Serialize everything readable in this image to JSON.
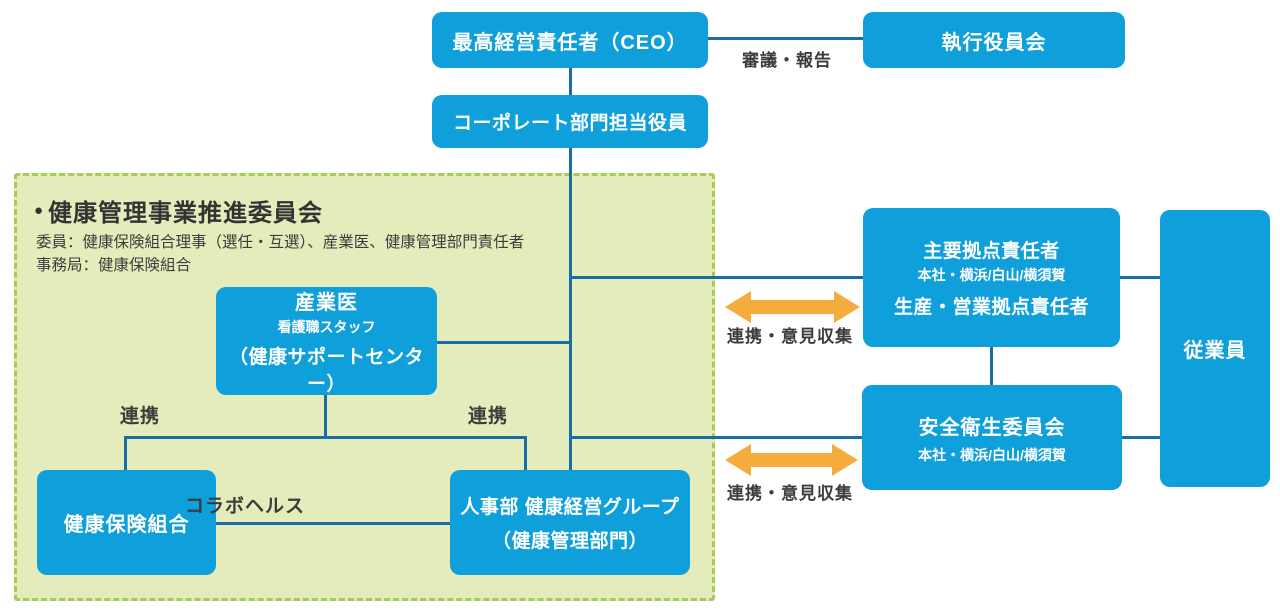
{
  "colors": {
    "box_blue": "#0F9FDB",
    "line_blue": "#1A6CA6",
    "panel_green_fill": "#E3ECBA",
    "panel_green_border": "#A6CC55",
    "arrow_orange": "#F6AC3D",
    "label_text": "#3C3C3C",
    "box_text": "#FFFFFF"
  },
  "nodes": {
    "ceo": {
      "label": "最高経営責任者（CEO）"
    },
    "executive_board": {
      "label": "執行役員会"
    },
    "corporate_officer": {
      "label": "コーポレート部門担当役員"
    },
    "occupational_physician": {
      "line1": "産業医",
      "line2": "看護職スタッフ",
      "line3": "（健康サポートセンター）"
    },
    "health_insurance_union": {
      "label": "健康保険組合"
    },
    "hr_group": {
      "line1": "人事部 健康経営グループ",
      "line2": "（健康管理部門）"
    },
    "main_site_managers": {
      "line1": "主要拠点責任者",
      "line2": "本社・横浜/白山/横須賀",
      "line3": "生産・営業拠点責任者"
    },
    "safety_health_committee": {
      "line1": "安全衛生委員会",
      "line2": "本社・横浜/白山/横須賀"
    },
    "employees": {
      "label": "従業員"
    }
  },
  "committee_panel": {
    "bullet": "●",
    "title": "健康管理事業推進委員会",
    "members": "委員：健康保険組合理事（選任・互選）、産業医、健康管理部門責任者",
    "secretariat": "事務局：健康保険組合"
  },
  "edge_labels": {
    "deliberation_report": "審議・報告",
    "cooperation_left": "連携",
    "cooperation_right": "連携",
    "collabo_health": "コラボヘルス",
    "cooperation_feedback_top": "連携・意見収集",
    "cooperation_feedback_bottom": "連携・意見収集"
  }
}
